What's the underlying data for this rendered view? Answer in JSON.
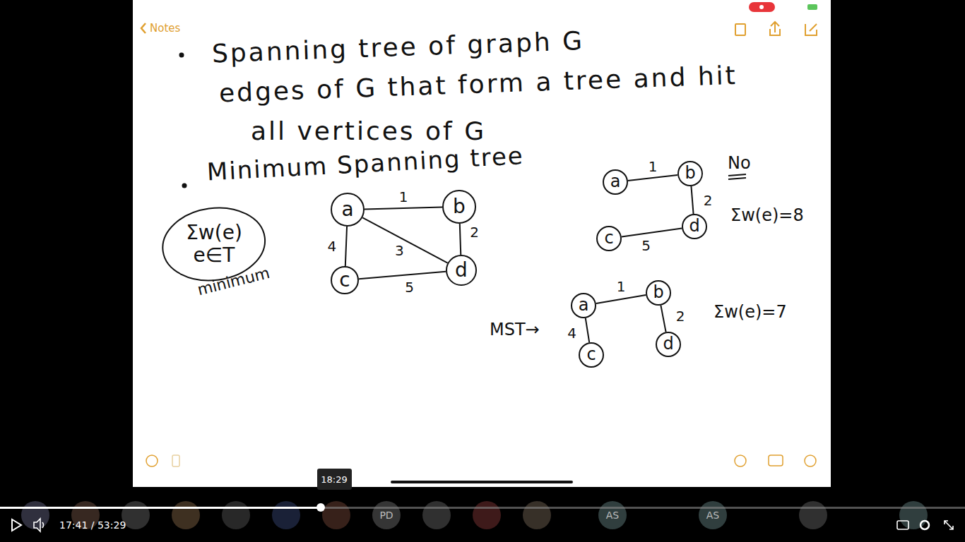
{
  "diagram": {
    "nodes": [
      {
        "text": [
          "Σw(e) e∈T"
        ]
      },
      {
        "text": [
          "a"
        ]
      },
      {
        "text": [
          "b"
        ]
      },
      {
        "text": [
          "c"
        ]
      },
      {
        "text": [
          "d"
        ]
      },
      {
        "text": [
          "a"
        ]
      },
      {
        "text": [
          "b"
        ]
      },
      {
        "text": [
          "c"
        ]
      },
      {
        "text": [
          "d"
        ]
      },
      {
        "text": [
          "a"
        ]
      },
      {
        "text": [
          "b"
        ]
      },
      {
        "text": [
          "c"
        ]
      },
      {
        "text": [
          "d"
        ]
      }
    ],
    "edges": [
      {
        "from": 1,
        "to": 2,
        "arrow": "none",
        "label": "1"
      },
      {
        "from": 1,
        "to": 3,
        "arrow": "none",
        "label": "4"
      },
      {
        "from": 1,
        "to": 4,
        "arrow": "none",
        "label": "3"
      },
      {
        "from": 2,
        "to": 4,
        "arrow": "none",
        "label": "2"
      },
      {
        "from": 3,
        "to": 4,
        "arrow": "none",
        "label": "5"
      },
      {
        "from": 5,
        "to": 6,
        "arrow": "none",
        "label": "1"
      },
      {
        "from": 6,
        "to": 8,
        "arrow": "none",
        "label": "2"
      },
      {
        "from": 7,
        "to": 8,
        "arrow": "none",
        "label": "5"
      },
      {
        "from": 9,
        "to": 10,
        "arrow": "none",
        "label": "1"
      },
      {
        "from": 10,
        "to": 12,
        "arrow": "none",
        "label": "2"
      },
      {
        "from": 9,
        "to": 11,
        "arrow": "none",
        "label": "4"
      }
    ],
    "labels": [
      "Notes",
      "Spanning tree of graph G",
      "edges of G that form a tree and hit",
      "all vertices of G",
      "Minimum Spanning tree",
      "minimum",
      "No",
      "Σw(e)=8",
      "MST→",
      "Σw(e)=7",
      "18:29",
      "17:41 / 53:29",
      "PD",
      "AS",
      "AS"
    ]
  }
}
